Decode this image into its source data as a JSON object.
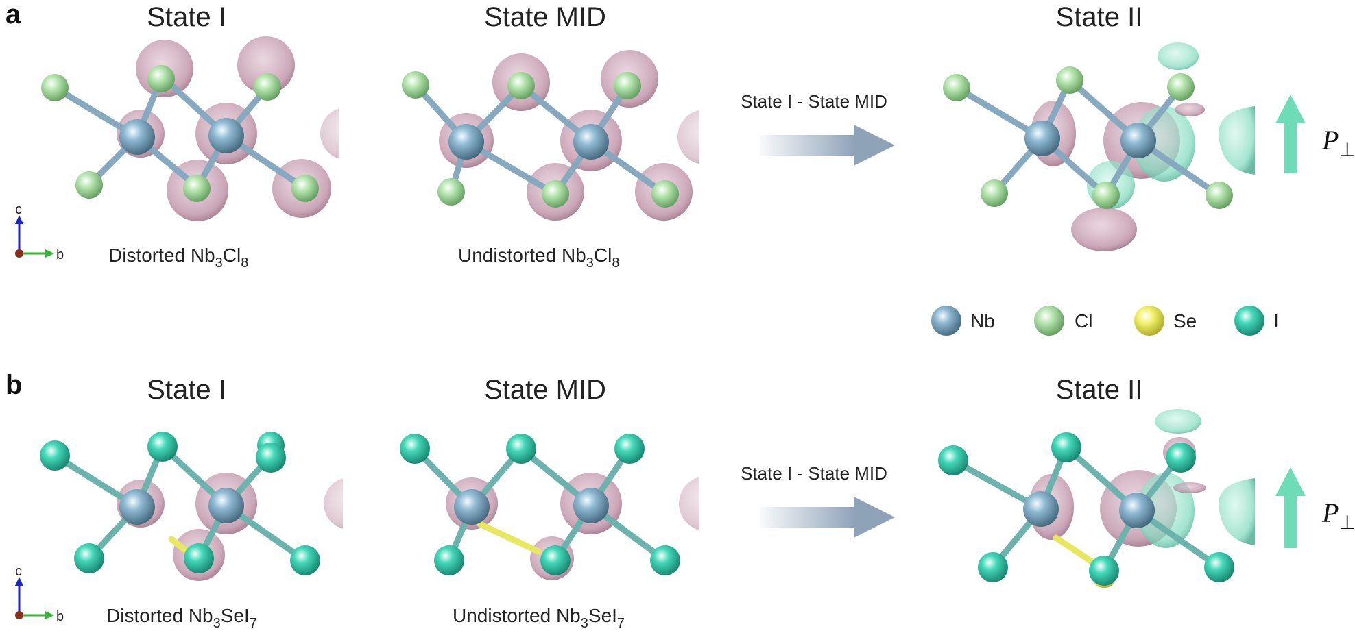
{
  "colors": {
    "nb": "#7fa8c2",
    "cl": "#a7dca0",
    "se": "#eded52",
    "iodine": "#3fd3b3",
    "neg_density": "#bd8aa0",
    "pos_density": "#8be3c8",
    "pol_arrow": "#6fdcb8",
    "diff_arrow": "#8ea2b8"
  },
  "panels": [
    {
      "letter": "a",
      "state_i": {
        "title": "State I",
        "caption_main": "Distorted Nb",
        "caption_sub1": "3",
        "caption_mid": "Cl",
        "caption_sub2": "8"
      },
      "state_mid": {
        "title": "State MID",
        "caption_main": "Undistorted Nb",
        "caption_sub1": "3",
        "caption_mid": "Cl",
        "caption_sub2": "8"
      },
      "arrow_label": "State I - State MID",
      "state_ii": {
        "title": "State II"
      },
      "polarization": {
        "label": "P",
        "sub": "⊥"
      },
      "axes": {
        "c": "c",
        "b": "b"
      }
    },
    {
      "letter": "b",
      "state_i": {
        "title": "State I",
        "caption_main": "Distorted Nb",
        "caption_sub1": "3",
        "caption_mid": "SeI",
        "caption_sub2": "7"
      },
      "state_mid": {
        "title": "State MID",
        "caption_main": "Undistorted Nb",
        "caption_sub1": "3",
        "caption_mid": "SeI",
        "caption_sub2": "7"
      },
      "arrow_label": "State I - State MID",
      "state_ii": {
        "title": "State II"
      },
      "polarization": {
        "label": "P",
        "sub": "⊥"
      },
      "axes": {
        "c": "c",
        "b": "b"
      }
    }
  ],
  "legend": [
    {
      "label": "Nb",
      "color": "#7fa8c2"
    },
    {
      "label": "Cl",
      "color": "#a7dca0"
    },
    {
      "label": "Se",
      "color": "#eded52"
    },
    {
      "label": "I",
      "color": "#3fd3b3"
    }
  ]
}
